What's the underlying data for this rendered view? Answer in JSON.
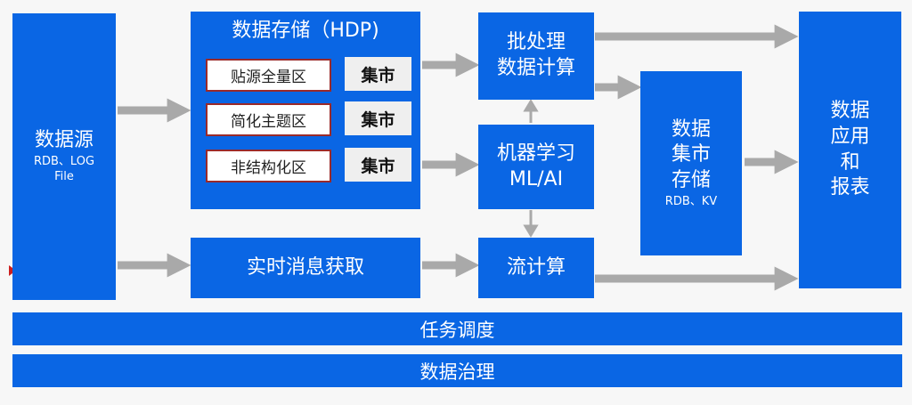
{
  "source": {
    "title": "数据源",
    "sub1": "RDB、LOG",
    "sub2": "File"
  },
  "storage": {
    "title": "数据存储（HDP)",
    "zones": [
      {
        "label": "贴源全量区",
        "market": "集市"
      },
      {
        "label": "简化主题区",
        "market": "集市"
      },
      {
        "label": "非结构化区",
        "market": "集市"
      }
    ]
  },
  "realtime": {
    "label": "实时消息获取"
  },
  "batch": {
    "line1": "批处理",
    "line2": "数据计算"
  },
  "ml": {
    "line1": "机器学习",
    "line2": "ML/AI"
  },
  "stream": {
    "label": "流计算"
  },
  "mart": {
    "line1": "数据",
    "line2": "集市",
    "line3": "存储",
    "sub": "RDB、KV"
  },
  "app": {
    "line1": "数据",
    "line2": "应用",
    "line3": "和",
    "line4": "报表"
  },
  "bars": {
    "scheduling": "任务调度",
    "governance": "数据治理"
  },
  "colors": {
    "block": "#0a66e4",
    "arrow": "#a9a9a9",
    "zone_border": "#9a2a2a"
  }
}
